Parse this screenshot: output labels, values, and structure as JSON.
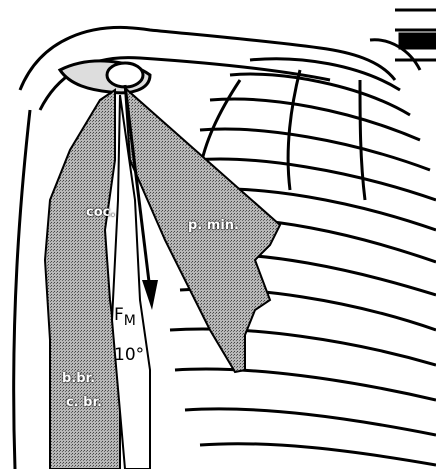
{
  "labels": {
    "coracoid": "coc.",
    "pec_minor": "p. min.",
    "biceps_short": "b.br.",
    "coracobrachialis": "c. br.",
    "force_letter": "F",
    "force_subscript": "M",
    "angle": "10°"
  },
  "colors": {
    "line": "#000000",
    "muscle_fill": "#9a9a9a",
    "background": "#ffffff"
  }
}
